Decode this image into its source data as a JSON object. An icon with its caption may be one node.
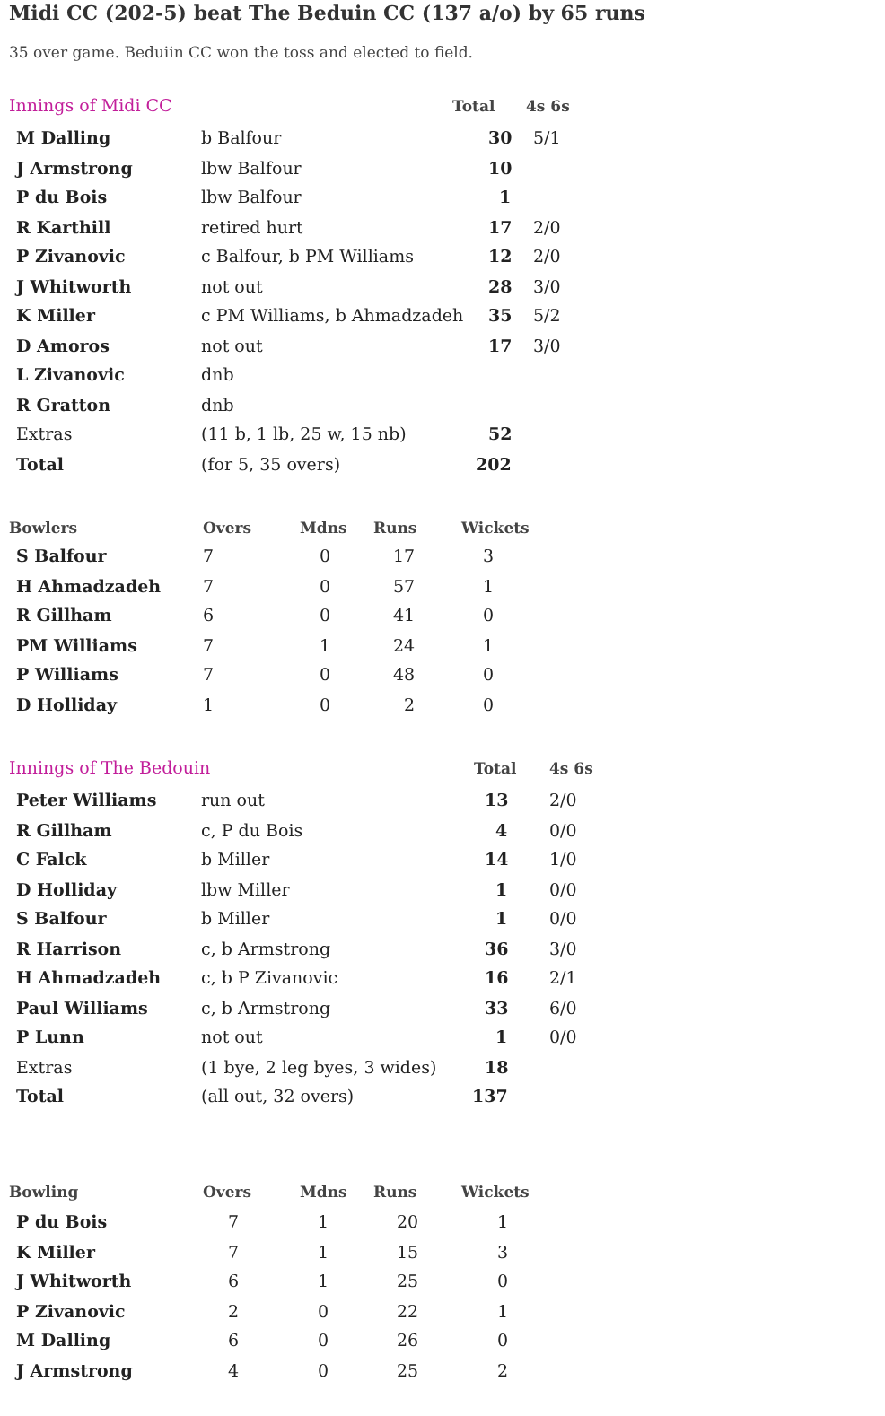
{
  "diagram": {
    "title": "Midi CC (202-5) beat The Beduin CC (137 a/o) by 65 runs",
    "labels": [
      "35 over game.  Beduiin CC won the toss and elected to field.",
      "Innings of Midi CC",
      "Total",
      "4s 6s",
      "M Dalling",
      "b Balfour",
      "30",
      "5/1",
      "J Armstrong",
      "lbw Balfour",
      "10",
      "P du Bois",
      "lbw Balfour",
      "1",
      "R Karthill",
      "retired hurt",
      "17",
      "2/0",
      "P Zivanovic",
      "c Balfour, b PM Williams",
      "12",
      "2/0",
      "J Whitworth",
      "not out",
      "28",
      "3/0",
      "K Miller",
      "c PM Williams, b Ahmadzadeh",
      "35",
      "5/2",
      "D Amoros",
      "not out",
      "17",
      "3/0",
      "L Zivanovic",
      "dnb",
      "R Gratton",
      "dnb",
      "Extras",
      "(11 b, 1 lb, 25 w, 15 nb)",
      "52",
      "Total",
      "(for 5, 35 overs)",
      "202",
      "Bowlers",
      "Overs",
      "Mdns",
      "Runs",
      "Wickets",
      "S Balfour",
      "7",
      "0",
      "17",
      "3",
      "H Ahmadzadeh",
      "7",
      "0",
      "57",
      "1",
      "R Gillham",
      "6",
      "0",
      "41",
      "0",
      "PM Williams",
      "7",
      "1",
      "24",
      "1",
      "P Williams",
      "7",
      "0",
      "48",
      "0",
      "D Holliday",
      "1",
      "0",
      "2",
      "0",
      "Innings of The Bedouin",
      "Total",
      "4s 6s",
      "Peter Williams",
      "run out",
      "13",
      "2/0",
      "R Gillham",
      "c, P du Bois",
      "4",
      "0/0",
      "C Falck",
      "b Miller",
      "14",
      "1/0",
      "D Holliday",
      "lbw Miller",
      "1",
      "0/0",
      "S Balfour",
      "b Miller",
      "1",
      "0/0",
      "R Harrison",
      "c, b Armstrong",
      "36",
      "3/0",
      "H Ahmadzadeh",
      "c, b P Zivanovic",
      "16",
      "2/1",
      "Paul Williams",
      "c, b Armstrong",
      "33",
      "6/0",
      "P Lunn",
      "not out",
      "1",
      "0/0",
      "Extras",
      "(1 bye, 2 leg byes, 3 wides)",
      "18",
      "Total",
      "(all out, 32 overs)",
      "137",
      "Bowling",
      "Overs",
      "Mdns",
      "Runs",
      "Wickets",
      "P du Bois",
      "7",
      "1",
      "20",
      "1",
      "K Miller",
      "7",
      "1",
      "15",
      "3",
      "J Whitworth",
      "6",
      "1",
      "25",
      "0",
      "P Zivanovic",
      "2",
      "0",
      "22",
      "1",
      "M Dalling",
      "6",
      "0",
      "26",
      "0",
      "J Armstrong",
      "4",
      "0",
      "25",
      "2"
    ]
  }
}
